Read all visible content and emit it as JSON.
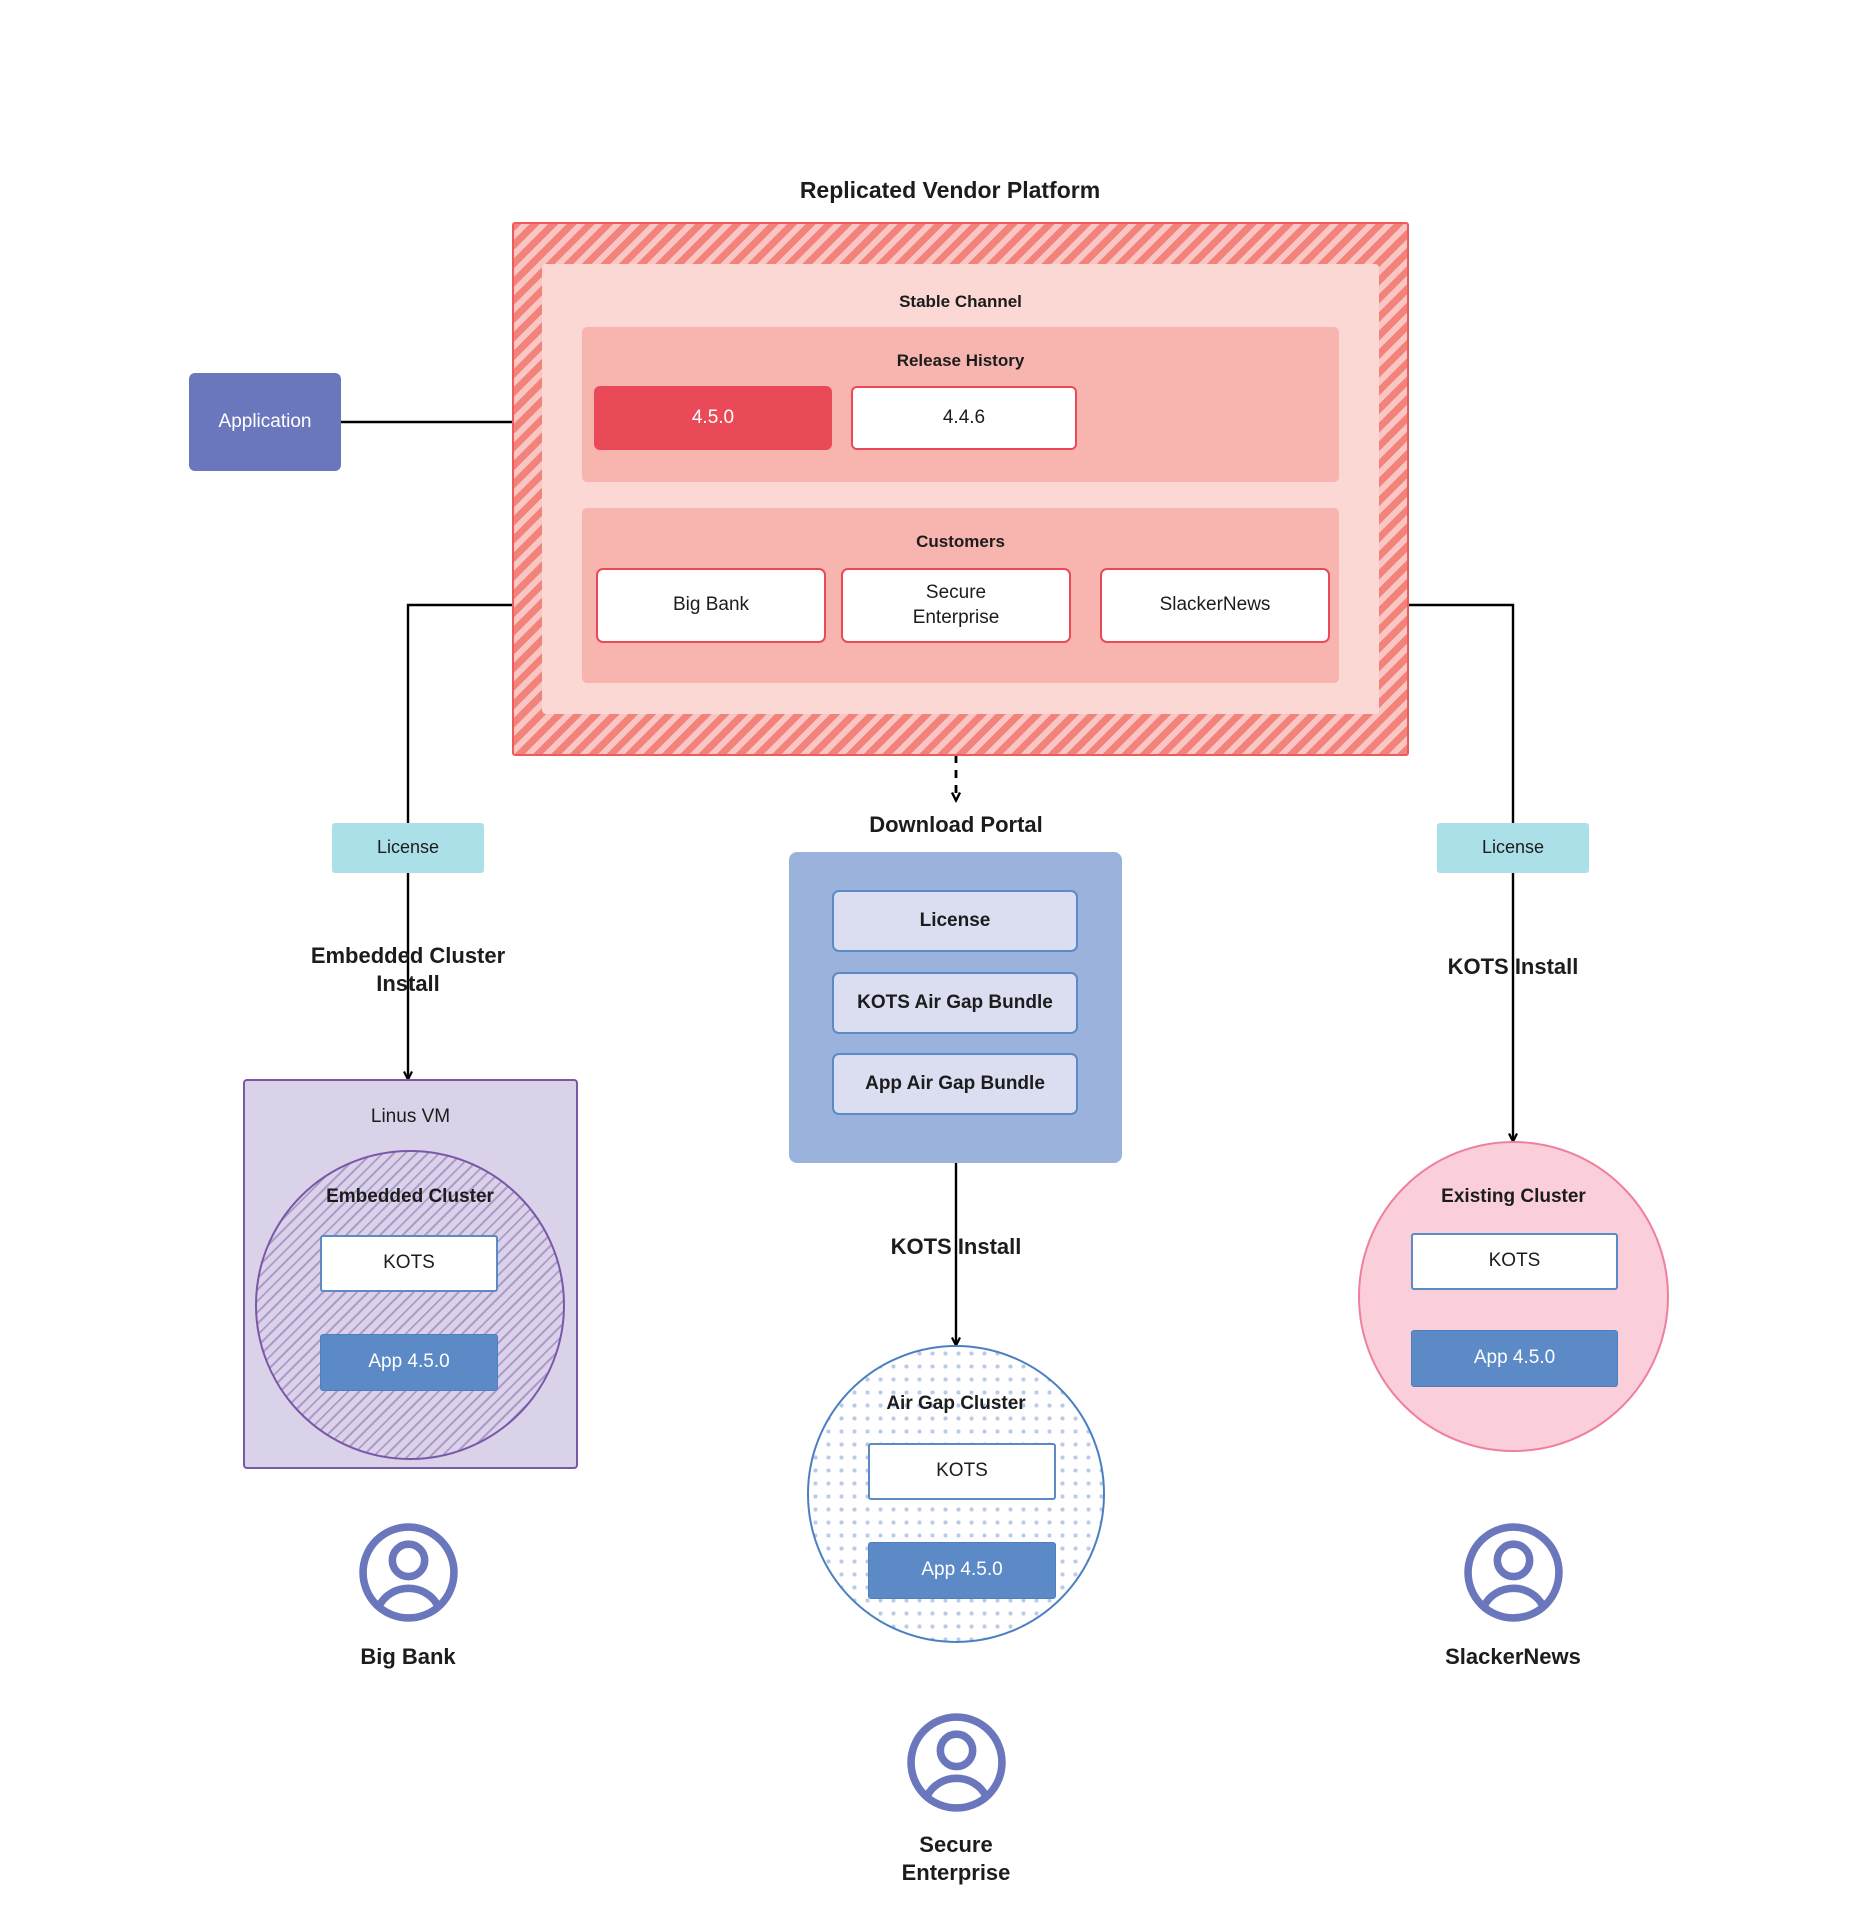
{
  "diagram": {
    "title": "Replicated Vendor Platform"
  },
  "application": {
    "label": "Application"
  },
  "platform": {
    "stable_channel": {
      "label": "Stable Channel",
      "release_history": {
        "label": "Release History",
        "releases": [
          {
            "version": "4.5.0",
            "state": "current"
          },
          {
            "version": "4.4.6",
            "state": "previous"
          }
        ]
      },
      "customers": {
        "label": "Customers",
        "items": [
          {
            "name": "Big Bank"
          },
          {
            "name": "Secure\nEnterprise"
          },
          {
            "name": "SlackerNews"
          }
        ]
      }
    }
  },
  "branches": {
    "left": {
      "license_label": "License",
      "install_label": "Embedded Cluster\nInstall",
      "vm": {
        "label": "Linus VM",
        "cluster_label": "Embedded Cluster",
        "kots_label": "KOTS",
        "app_label": "App 4.5.0"
      },
      "customer_label": "Big Bank"
    },
    "middle": {
      "portal_title": "Download  Portal",
      "portal_items": [
        {
          "label": "License"
        },
        {
          "label": "KOTS Air Gap Bundle"
        },
        {
          "label": "App Air Gap Bundle"
        }
      ],
      "install_label": "KOTS Install",
      "cluster": {
        "label": "Air Gap Cluster",
        "kots_label": "KOTS",
        "app_label": "App 4.5.0"
      },
      "customer_label": "Secure\nEnterprise"
    },
    "right": {
      "license_label": "License",
      "install_label": "KOTS Install",
      "cluster": {
        "label": "Existing Cluster",
        "kots_label": "KOTS",
        "app_label": "App 4.5.0"
      },
      "customer_label": "SlackerNews"
    }
  },
  "colors": {
    "platform_hatch": "#f2827a",
    "platform_border": "#ef5a5a",
    "stable_channel_bg": "#fbd8d4",
    "band_bg": "#f8b4ae",
    "release_current": "#ea4a58",
    "application": "#6b77bd",
    "license": "#ace0e8",
    "portal_bg": "#9ab2dc",
    "portal_item": "#dadef0",
    "vm_bg": "#dad2e9",
    "vm_border": "#7b57a8",
    "existing_cluster": "#fbcfda",
    "app_blue": "#5b8ac6",
    "avatar": "#6b77bd"
  }
}
